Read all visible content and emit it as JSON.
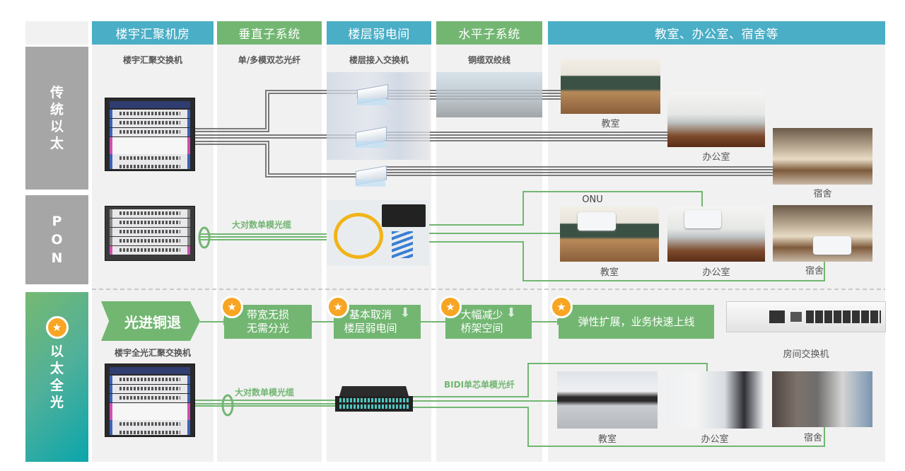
{
  "columns": [
    {
      "title": "楼宇汇聚机房",
      "subtitle": "楼宇汇聚交换机",
      "color": "#4aaec6"
    },
    {
      "title": "垂直子系统",
      "subtitle": "单/多模双芯光纤",
      "color": "#72b672"
    },
    {
      "title": "楼层弱电间",
      "subtitle": "楼层接入交换机",
      "color": "#4aaec6"
    },
    {
      "title": "水平子系统",
      "subtitle": "铜缆双绞线",
      "color": "#72b672"
    },
    {
      "title": "教室、办公室、宿舍等",
      "subtitle": "",
      "color": "#4aaec6"
    }
  ],
  "rows": {
    "traditional": {
      "label_chars": [
        "传",
        "统",
        "以",
        "太"
      ],
      "rooms": [
        "教室",
        "办公室",
        "宿舍"
      ]
    },
    "pon": {
      "label_chars": [
        "P",
        "O",
        "N"
      ],
      "cable_label": "大对数单模光缆",
      "onu_label": "ONU",
      "rooms": [
        "教室",
        "办公室",
        "宿舍"
      ]
    },
    "all_optical": {
      "label_chars": [
        "以",
        "太",
        "全",
        "光"
      ],
      "banner": "光进铜退",
      "core_switch_label": "楼宇全光汇聚交换机",
      "cable_label": "大对数单模光缆",
      "bidi_label": "BIDI单芯单模光纤",
      "benefits": [
        {
          "line1": "带宽无损",
          "line2": "无需分光",
          "arrow_down": false
        },
        {
          "line1": "基本取消",
          "line2": "楼层弱电间",
          "arrow_down": true
        },
        {
          "line1": "大幅减少",
          "line2": "桥架空间",
          "arrow_down": true
        },
        {
          "line1": "弹性扩展，业务快速上线",
          "line2": "",
          "arrow_down": false
        }
      ],
      "room_switch_label": "房间交换机",
      "rooms": [
        "教室",
        "办公室",
        "宿舍"
      ]
    }
  },
  "icons": {
    "star": "★",
    "arrow_down": "⬇"
  },
  "colors": {
    "header_blue": "#4aaec6",
    "header_green": "#72b672",
    "row_gray": "#a6a6a6",
    "star_orange": "#f7a523",
    "fiber_green": "#72b672",
    "copper_gray": "#7a7a7a"
  }
}
